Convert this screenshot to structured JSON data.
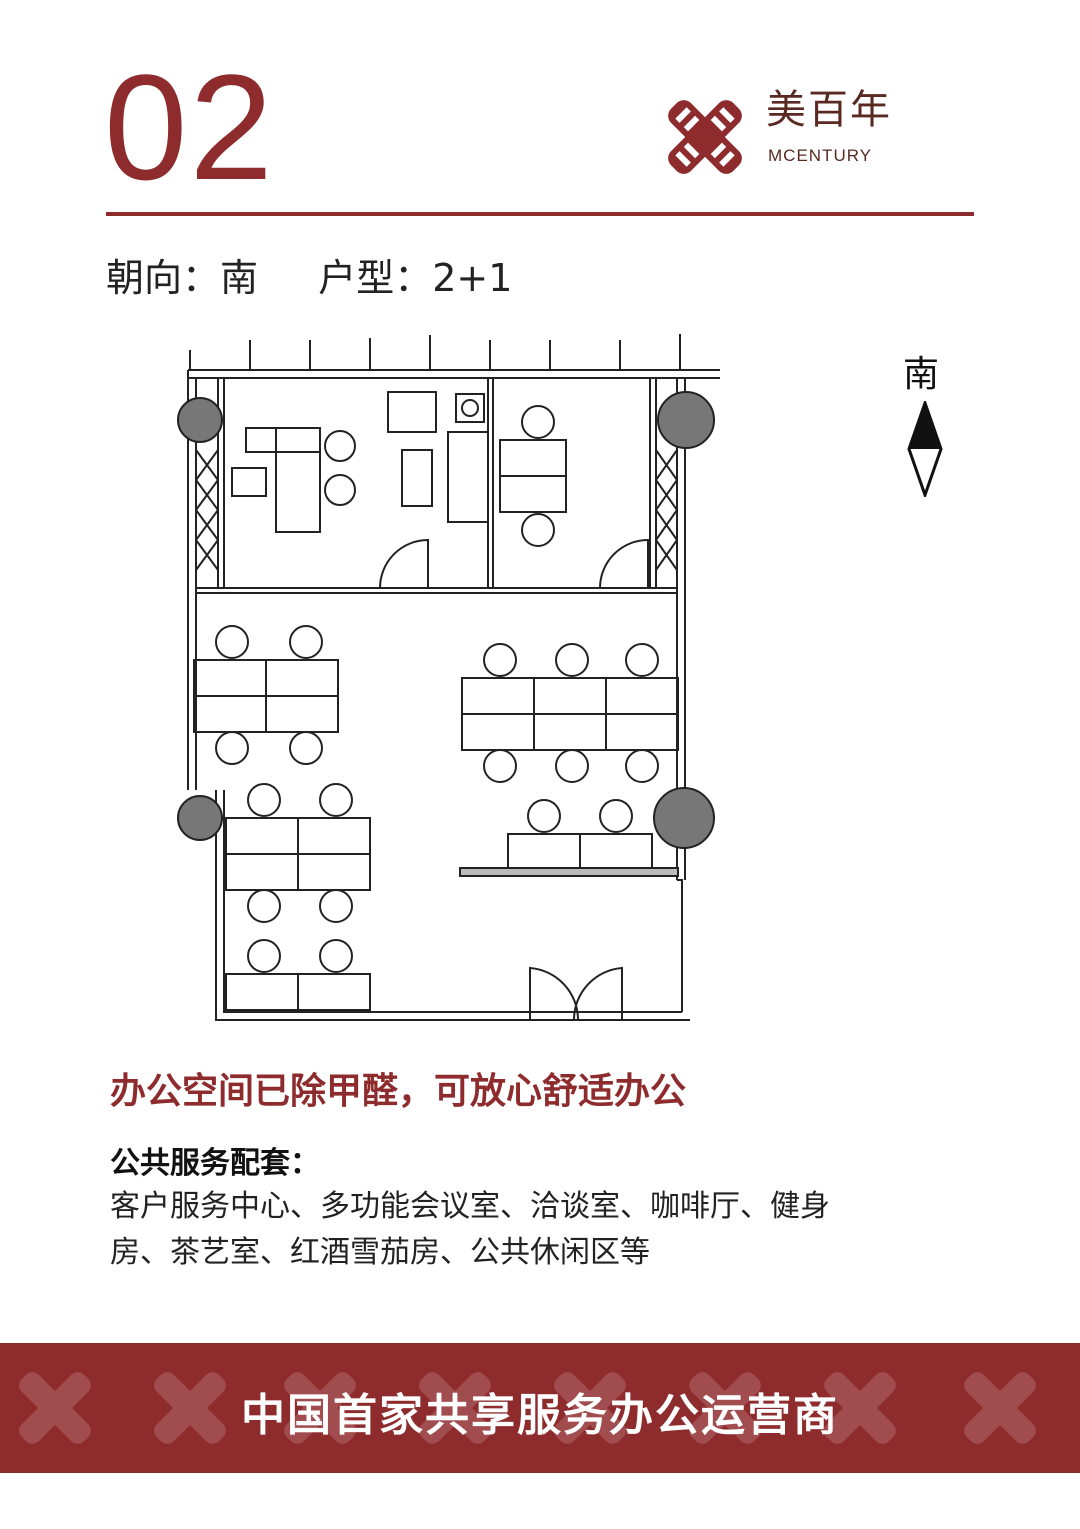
{
  "header": {
    "unit_number": "02",
    "brand_cn": "美百年",
    "brand_en": "MCENTURY"
  },
  "spec": {
    "orientation": "朝向：南",
    "layout": "户型：2+1"
  },
  "compass": {
    "label": "南"
  },
  "headline": "办公空间已除甲醛，可放心舒适办公",
  "services": {
    "title": "公共服务配套：",
    "items_line1": "客户服务中心、多功能会议室、洽谈室、咖啡厅、健身",
    "items_line2": "房、茶艺室、红酒雪茄房、公共休闲区等"
  },
  "banner": {
    "text": "中国首家共享服务办公运营商"
  },
  "colors": {
    "brand": "#8e2b2d",
    "brand_dark": "#5a2a22"
  }
}
